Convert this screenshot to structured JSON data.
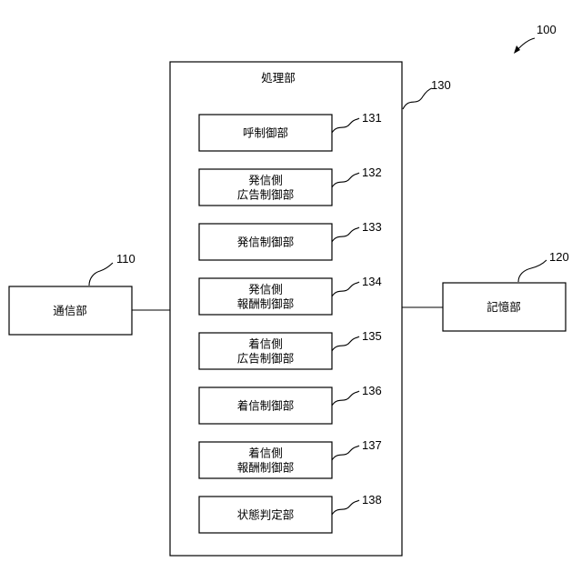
{
  "figure": {
    "ref": "100",
    "communication": {
      "ref": "110",
      "label": "通信部"
    },
    "storage": {
      "ref": "120",
      "label": "記憶部"
    },
    "processing": {
      "ref": "130",
      "label": "処理部",
      "units": [
        {
          "ref": "131",
          "lines": [
            "呼制御部"
          ]
        },
        {
          "ref": "132",
          "lines": [
            "発信側",
            "広告制御部"
          ]
        },
        {
          "ref": "133",
          "lines": [
            "発信制御部"
          ]
        },
        {
          "ref": "134",
          "lines": [
            "発信側",
            "報酬制御部"
          ]
        },
        {
          "ref": "135",
          "lines": [
            "着信側",
            "広告制御部"
          ]
        },
        {
          "ref": "136",
          "lines": [
            "着信制御部"
          ]
        },
        {
          "ref": "137",
          "lines": [
            "着信側",
            "報酬制御部"
          ]
        },
        {
          "ref": "138",
          "lines": [
            "状態判定部"
          ]
        }
      ]
    }
  }
}
